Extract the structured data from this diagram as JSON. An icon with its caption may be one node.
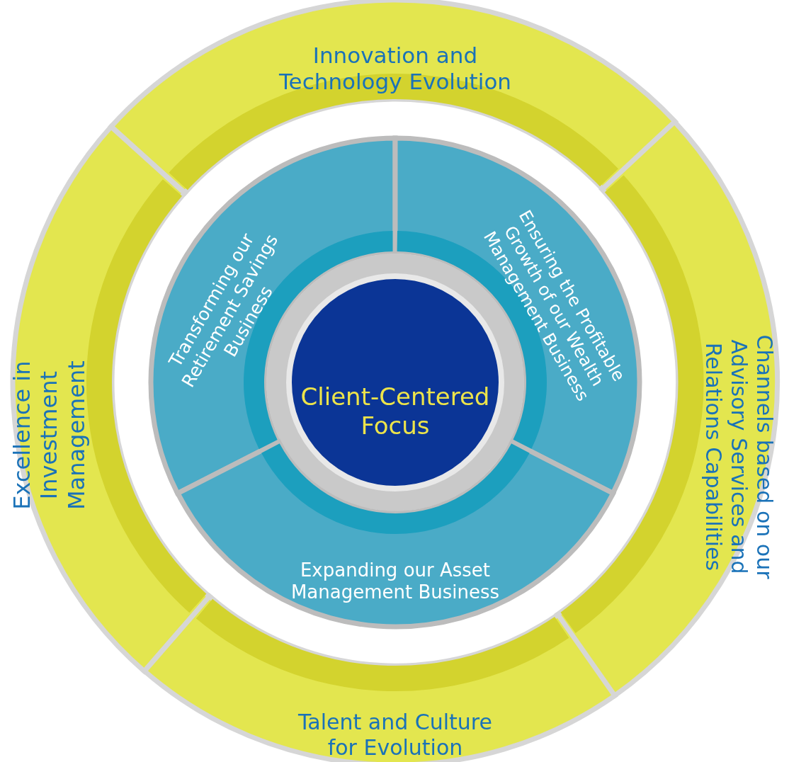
{
  "diagram": {
    "nodes": [
      {
        "text": [
          "Innovation and Technology Evolution"
        ]
      },
      {
        "text": [
          "Transforming our Retirement Savings Business"
        ]
      },
      {
        "text": [
          "Ensuring the Profitable Growth of our Wealth Management Business"
        ]
      },
      {
        "text": [
          "Channels based on our Advisory Services and Relations Capabilities"
        ]
      },
      {
        "text": [
          "Excellence in Investment Management"
        ]
      },
      {
        "text": [
          "Client-Centered Focus"
        ]
      },
      {
        "text": [
          "Expanding our Asset Management Business"
        ]
      },
      {
        "text": [
          "Talent and Culture for Evolution"
        ]
      }
    ]
  }
}
